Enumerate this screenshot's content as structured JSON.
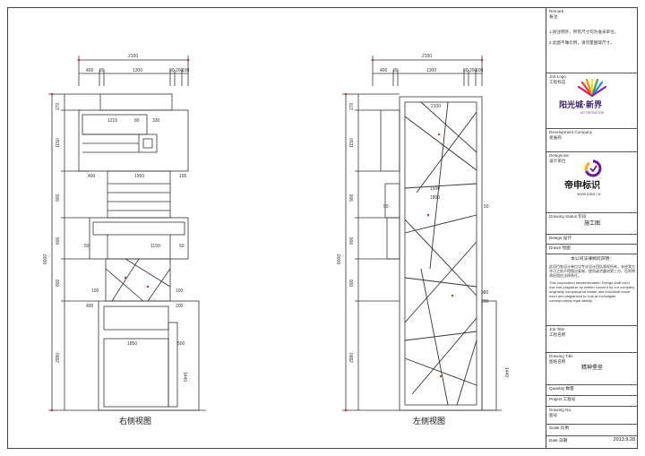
{
  "views": {
    "right_label": "右侧视图",
    "left_label": "左侧视图"
  },
  "dims": {
    "total_width": "2100",
    "top_segments_right": [
      "400",
      "80",
      "1300",
      "80",
      "200",
      "100"
    ],
    "top_segments_left": [
      "400",
      "80",
      "1300",
      "80",
      "200",
      "100"
    ],
    "heights_right": [
      "270",
      "1150",
      "900",
      "800",
      "800",
      "2980"
    ],
    "heights_left": [
      "270",
      "1150",
      "900",
      "800",
      "800",
      "2980"
    ],
    "total_height": "8000",
    "inner_right": [
      "1215",
      "80",
      "330",
      "400",
      "1950",
      "100",
      "50",
      "1150",
      "50",
      "100",
      "100",
      "1850",
      "500",
      "1440",
      "200",
      "400"
    ],
    "inner_left": [
      "2100",
      "1500",
      "1800",
      "50",
      "50",
      "380",
      "200",
      "1440"
    ]
  },
  "title_block": {
    "remark_label": "Remark",
    "remark_sub": "备注",
    "note1": "1.除注明外，所有尺寸均为毫米单位。",
    "note2": "2.此图不做比例，请勿量图取尺寸。",
    "job_logo_label": "Job Logo",
    "job_logo_sub": "工程标志",
    "client_logo_text": "阳光城·新界",
    "client_logo_sub": "MY DEFINITION",
    "dev_label": "Development Company",
    "dev_sub": "发展商",
    "designer_label": "Designunit",
    "designer_sub": "设计单位",
    "designer_name": "帝申标识",
    "designer_url": "WWW.DSBS.CN",
    "status_label": "Drawing Status",
    "status_sub": "阶段",
    "status_value": "施工图",
    "design_label": "Design",
    "design_sub": "设计",
    "drawn_label": "Drawn",
    "drawn_sub": "绘图",
    "decl_title": "本公司法律顾问声明：",
    "decl_cn": "此项目各设计单位均专业设计团队版权所有。未经我方许可之前不得擅自复制、使用或泄露给第三方。否则将承担相应法律责任。",
    "decl_en": "This corporation lawyerdeclares: Design draft can't use and plagiarize by written consent by our company originality companythat violate and individual resort used and plagiarized to look at investigate corresponding legal liability",
    "job_title_label": "Job Title",
    "job_title_sub": "工程名称",
    "drawing_title_label": "Drawing Title",
    "drawing_title_sub": "图纸名称",
    "drawing_title_value": "精神堡垒",
    "quantity_label": "Quantity",
    "quantity_sub": "数量",
    "project_label": "Project",
    "project_sub": "工程号",
    "drawing_no_label": "Drawing No.",
    "drawing_no_sub": "图号",
    "scale_label": "Scale",
    "scale_sub": "比例",
    "date_label": "Date",
    "date_sub": "日期",
    "date_value": "2013.9.28"
  }
}
